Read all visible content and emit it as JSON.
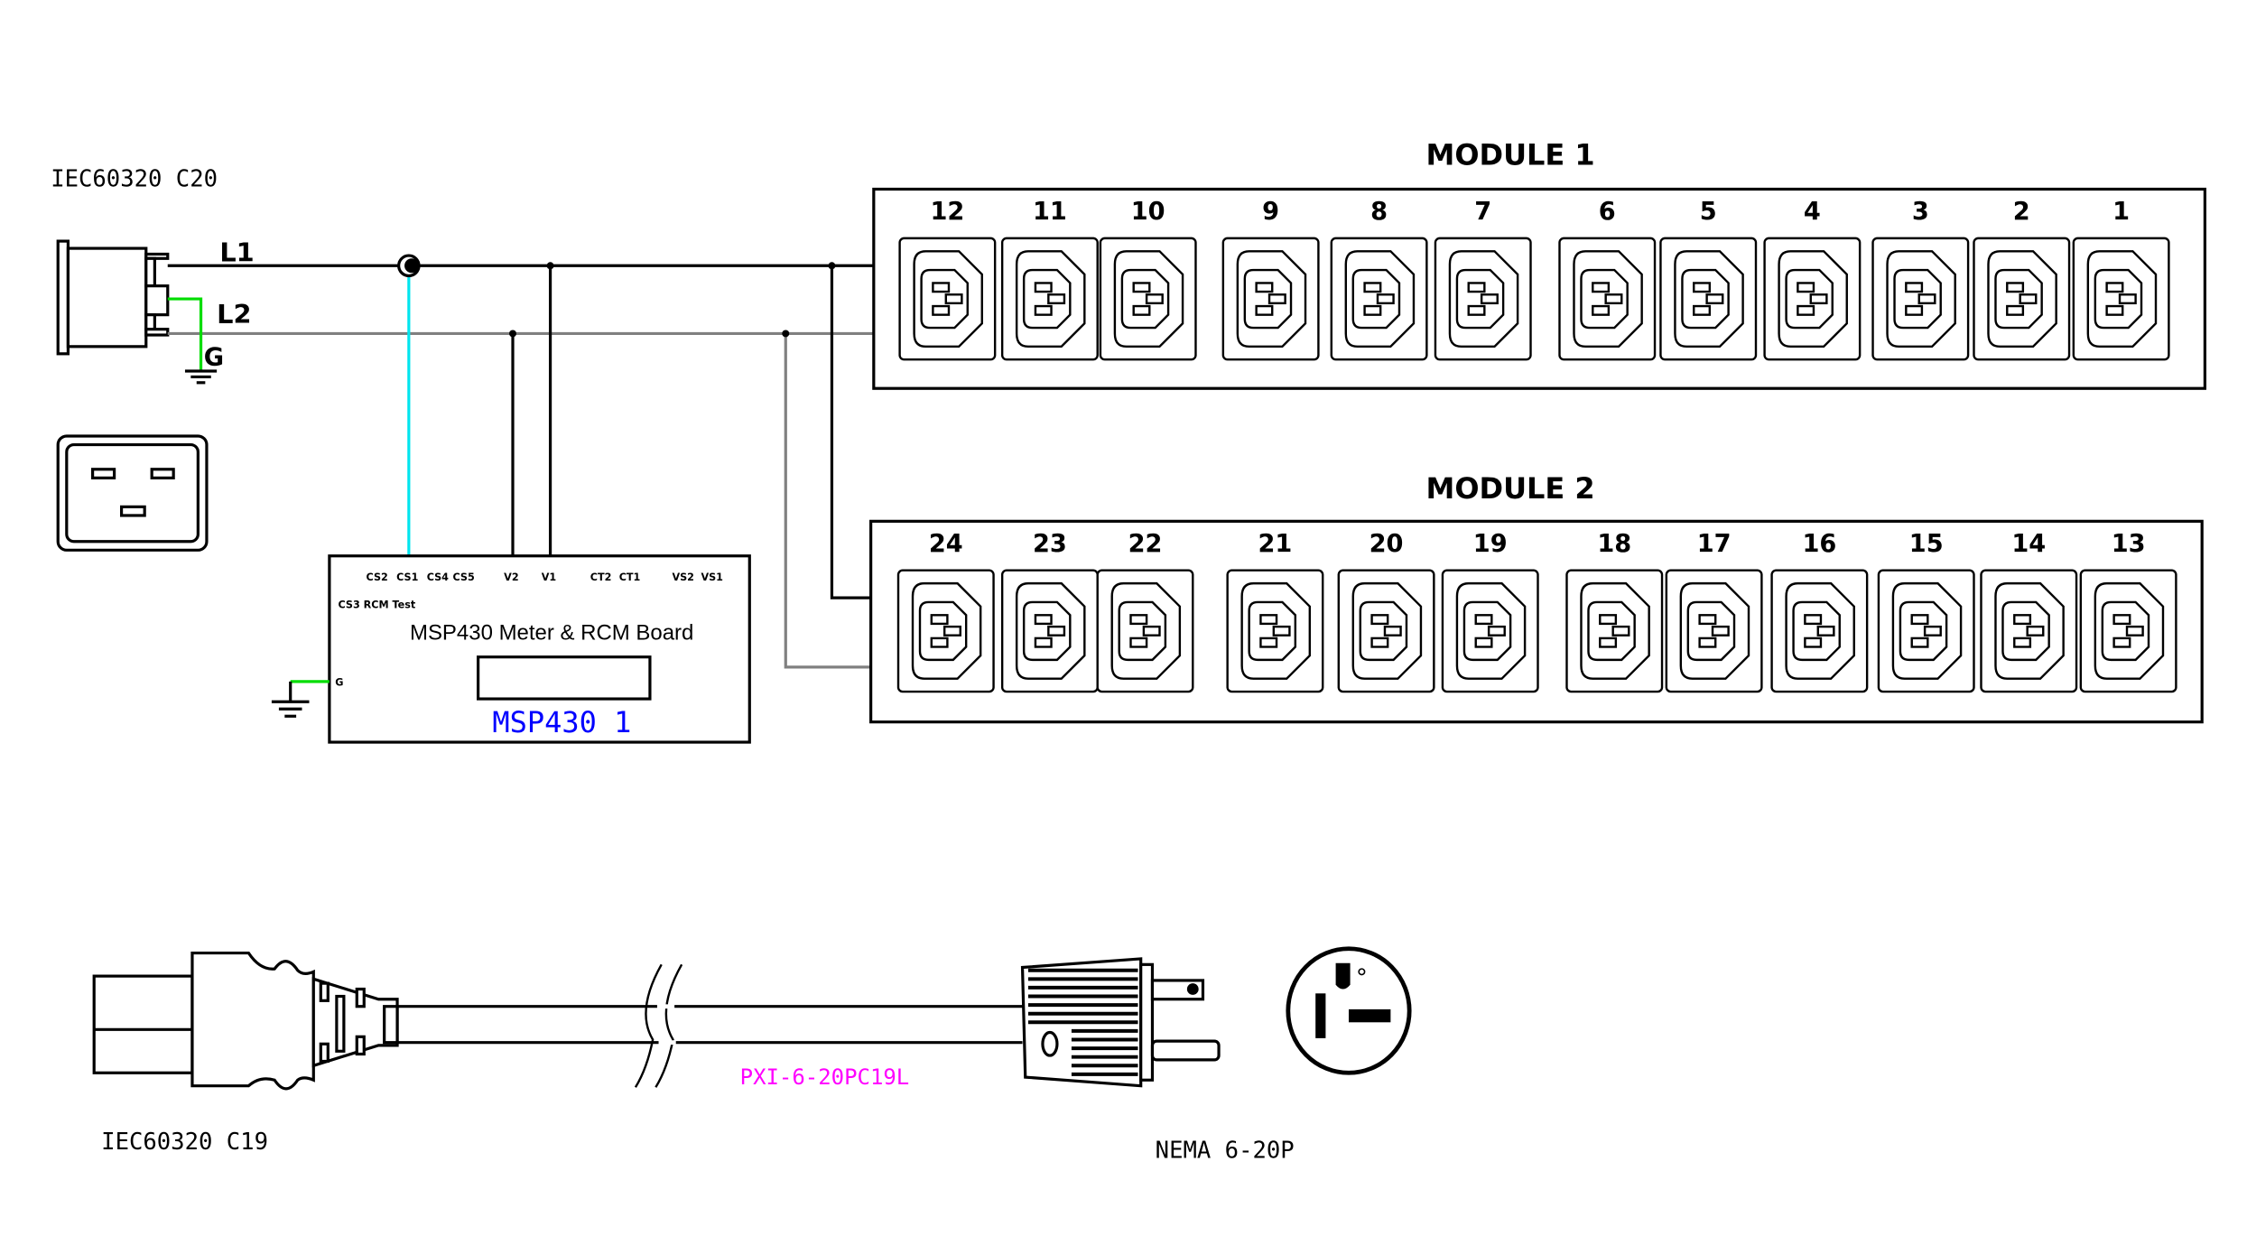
{
  "labels": {
    "inlet_type": "IEC60320  C20",
    "l1": "L1",
    "l2": "L2",
    "g": "G",
    "plug_c19": "IEC60320  C19",
    "plug_nema": "NEMA  6-20P",
    "cord_part": "PXI-6-20PC19L"
  },
  "modules": [
    {
      "title": "MODULE 1",
      "outlets": [
        "12",
        "11",
        "10",
        "9",
        "8",
        "7",
        "6",
        "5",
        "4",
        "3",
        "2",
        "1"
      ]
    },
    {
      "title": "MODULE 2",
      "outlets": [
        "24",
        "23",
        "22",
        "21",
        "20",
        "19",
        "18",
        "17",
        "16",
        "15",
        "14",
        "13"
      ]
    }
  ],
  "board": {
    "title": "MSP430 Meter & RCM Board",
    "name": "MSP430  1",
    "pins_top": [
      "CS2",
      "CS1",
      "CS4",
      "CS5",
      "V2",
      "V1",
      "CT2",
      "CT1",
      "VS2",
      "VS1"
    ],
    "pin_rcm": "CS3 RCM Test",
    "pin_g": "G"
  },
  "colors": {
    "l1_wire": "#000000",
    "l2_wire": "#808080",
    "ground_wire": "#00dd00",
    "ct_wire": "#00e5ee",
    "board_name": "#0000ff",
    "cord_part": "#ff00ff"
  }
}
